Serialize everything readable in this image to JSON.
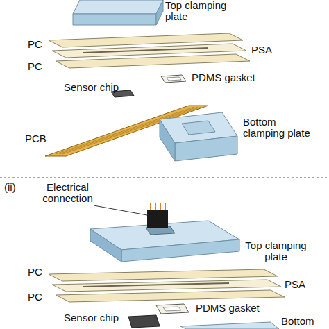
{
  "diagram": {
    "labels": [
      "Top clamping plate",
      "PC",
      "PSA",
      "PC",
      "PDMS gasket",
      "Sensor chip",
      "PCB",
      "Bottom clamping plate",
      "(ii)",
      "Electrical connection",
      "Top clamping plate",
      "PC",
      "PSA",
      "PC",
      "PDMS gasket",
      "Sensor chip",
      "Bottom"
    ]
  }
}
